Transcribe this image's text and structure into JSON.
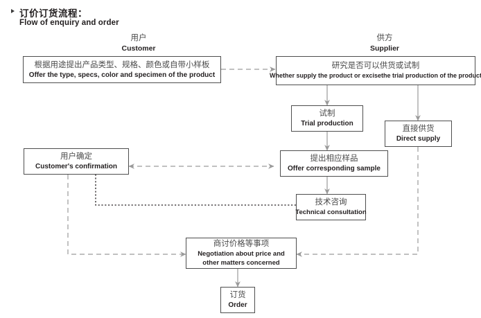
{
  "title": {
    "cn": "订价订货流程：",
    "en": "Flow of enquiry and order",
    "bullet_icon": "triangle-right-icon"
  },
  "columns": [
    {
      "id": "customer",
      "cn": "用户",
      "en": "Customer"
    },
    {
      "id": "supplier",
      "cn": "供方",
      "en": "Supplier"
    }
  ],
  "nodes": [
    {
      "id": "offer-request",
      "cn": "根据用途提出产品类型、规格、颜色或自带小样板",
      "en": "Offer the type, specs, color and specimen of the product"
    },
    {
      "id": "whether-supply",
      "cn": "研究是否可以供货或试制",
      "en": "Whether supply the product or excisethe trial production of the product"
    },
    {
      "id": "trial-production",
      "cn": "试制",
      "en": "Trial production"
    },
    {
      "id": "direct-supply",
      "cn": "直接供货",
      "en": "Direct supply"
    },
    {
      "id": "customer-confirmation",
      "cn": "用户确定",
      "en": "Customer's confirmation"
    },
    {
      "id": "offer-sample",
      "cn": "提出相应样品",
      "en": "Offer corresponding sample"
    },
    {
      "id": "technical-consultation",
      "cn": "技术咨询",
      "en": "Technical consultation"
    },
    {
      "id": "negotiation",
      "cn": "商讨价格等事项",
      "en": "Negotiation about price and other matters concerned",
      "en_line1": "Negotiation about price and",
      "en_line2": "other matters concerned"
    },
    {
      "id": "order",
      "cn": "订货",
      "en": "Order"
    }
  ],
  "connectors": [
    {
      "id": "offer-request-to-whether-supply",
      "style": "dashed",
      "color": "#9a9a9a",
      "arrow": "end"
    },
    {
      "id": "whether-supply-to-trial-production",
      "style": "solid",
      "color": "#9a9a9a",
      "arrow": "end"
    },
    {
      "id": "whether-supply-to-direct-supply",
      "style": "solid",
      "color": "#9a9a9a",
      "arrow": "end"
    },
    {
      "id": "trial-production-to-offer-sample",
      "style": "solid",
      "color": "#9a9a9a",
      "arrow": "end"
    },
    {
      "id": "offer-sample-to-customer-confirmation",
      "style": "dashed",
      "color": "#9a9a9a",
      "arrow": "both"
    },
    {
      "id": "offer-sample-to-technical-consultation",
      "style": "solid",
      "color": "#9a9a9a",
      "arrow": "end"
    },
    {
      "id": "technical-consultation-to-customer-confirmation",
      "style": "dotted",
      "color": "#231f20",
      "arrow": "none"
    },
    {
      "id": "customer-confirmation-to-negotiation",
      "style": "dashed",
      "color": "#9a9a9a",
      "arrow": "end"
    },
    {
      "id": "direct-supply-to-negotiation",
      "style": "dashed",
      "color": "#9a9a9a",
      "arrow": "end"
    },
    {
      "id": "negotiation-to-order",
      "style": "solid",
      "color": "#9a9a9a",
      "arrow": "end"
    }
  ],
  "colors": {
    "box_border": "#4d4d4d",
    "cn_text": "#4a4a4a",
    "en_text": "#231f20",
    "connector_grey": "#9a9a9a",
    "connector_black": "#231f20",
    "background": "#ffffff"
  }
}
